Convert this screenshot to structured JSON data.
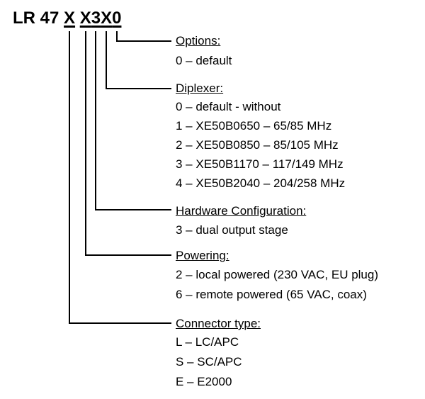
{
  "code": {
    "prefix": "LR 47 ",
    "c_type": "X",
    "space": " ",
    "c_power": "X",
    "c_hw": "3",
    "c_dip": "X",
    "c_opt": "0"
  },
  "sections": {
    "options": {
      "heading": "Options:",
      "items": [
        "0 – default"
      ]
    },
    "diplexer": {
      "heading": "Diplexer:",
      "items": [
        "0 – default - without",
        "1 – XE50B0650 – 65/85 MHz",
        "2 – XE50B0850 – 85/105 MHz",
        "3 – XE50B1170 – 117/149 MHz",
        "4 – XE50B2040 – 204/258 MHz"
      ]
    },
    "hardware": {
      "heading": "Hardware Configuration:",
      "items": [
        "3 – dual output stage"
      ]
    },
    "powering": {
      "heading": "Powering:",
      "items": [
        "2 – local powered (230 VAC, EU plug)",
        "6 – remote powered (65 VAC, coax)"
      ]
    },
    "connector": {
      "heading": "Connector type:",
      "items": [
        "L – LC/APC",
        "S – SC/APC",
        "E – E2000"
      ]
    }
  }
}
